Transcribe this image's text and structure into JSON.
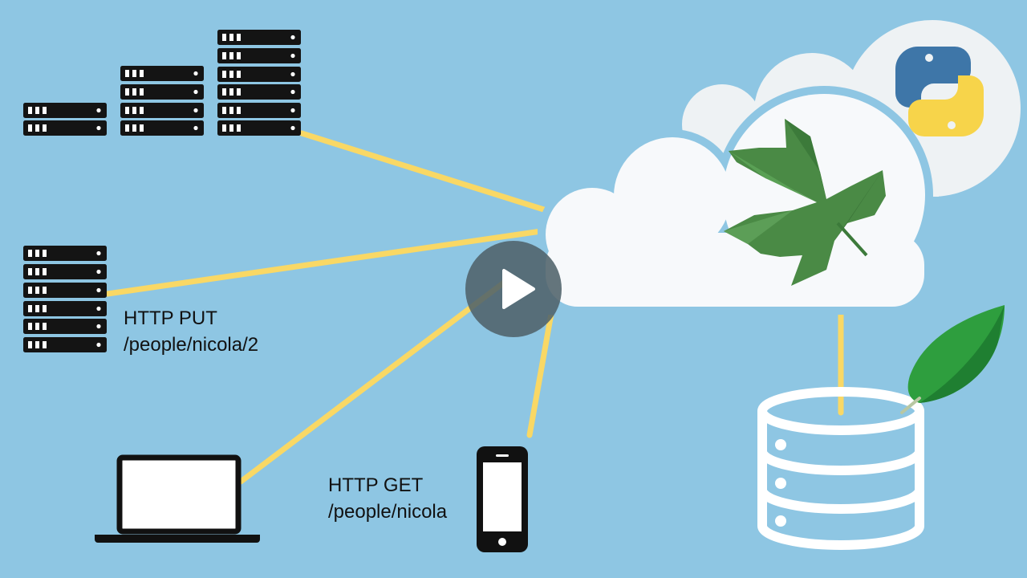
{
  "labels": {
    "put": {
      "method": "HTTP PUT",
      "path": "/people/nicola/2"
    },
    "get": {
      "method": "HTTP GET",
      "path": "/people/nicola"
    }
  },
  "colors": {
    "background": "#8ec6e3",
    "connector": "#f9d865",
    "server": "#141414",
    "cloud": "#f7f9fb",
    "leaf_green": "#4a8a45",
    "mongo_green": "#2e9e3e",
    "python_blue": "#3e76a8",
    "python_yellow": "#f7d44a",
    "play_overlay": "#50626a"
  },
  "icons": [
    "server-rack-icon",
    "laptop-icon",
    "smartphone-icon",
    "cloud-icon",
    "python-logo-icon",
    "leaf-logo-icon",
    "mongodb-leaf-icon",
    "database-icon",
    "play-icon"
  ]
}
